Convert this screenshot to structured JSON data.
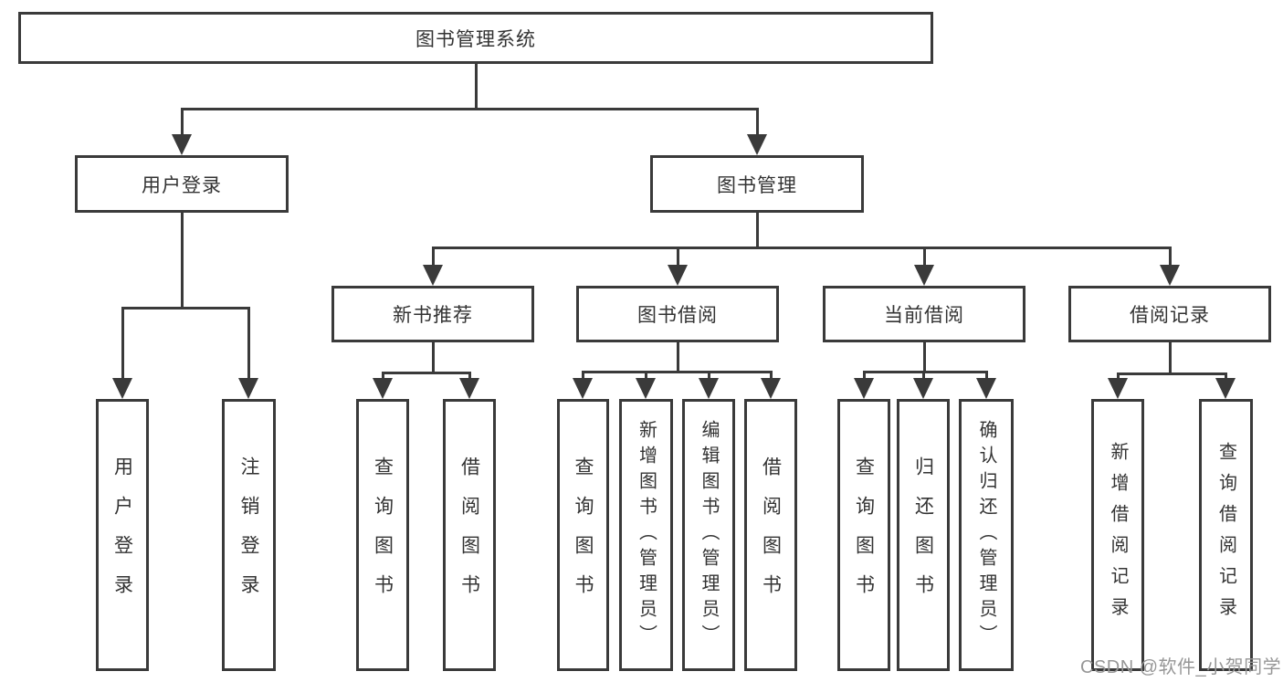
{
  "diagram": {
    "root": {
      "label": "图书管理系统"
    },
    "branches": [
      {
        "label": "用户登录",
        "children": [
          {
            "label": "用户登录"
          },
          {
            "label": "注销登录"
          }
        ]
      },
      {
        "label": "图书管理",
        "children": [
          {
            "label": "新书推荐",
            "children": [
              {
                "label": "查询图书"
              },
              {
                "label": "借阅图书"
              }
            ]
          },
          {
            "label": "图书借阅",
            "children": [
              {
                "label": "查询图书"
              },
              {
                "label": "新增图书（管理员）"
              },
              {
                "label": "编辑图书（管理员）"
              },
              {
                "label": "借阅图书"
              }
            ]
          },
          {
            "label": "当前借阅",
            "children": [
              {
                "label": "查询图书"
              },
              {
                "label": "归还图书"
              },
              {
                "label": "确认归还（管理员）"
              }
            ]
          },
          {
            "label": "借阅记录",
            "children": [
              {
                "label": "新增借阅记录"
              },
              {
                "label": "查询借阅记录"
              }
            ]
          }
        ]
      }
    ]
  },
  "watermark": {
    "text": "CSDN @软件_小贺同学"
  },
  "colors": {
    "line": "#3a3a3a",
    "text": "#333333",
    "watermark": "#979797",
    "background": "#ffffff"
  }
}
